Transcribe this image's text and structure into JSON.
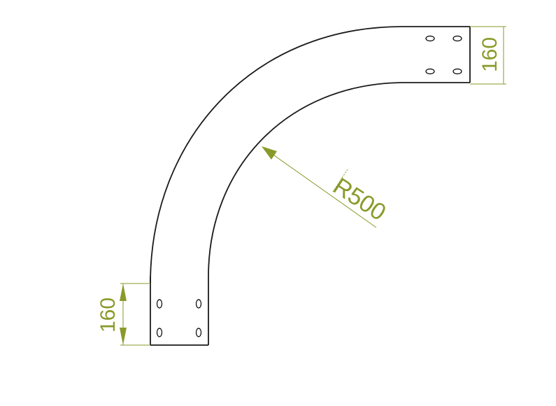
{
  "drawing": {
    "dim_bottom_width": "160",
    "dim_top_width": "160",
    "dim_radius": "R500",
    "dim_color": "#8a9a2a",
    "line_color": "#1a1a1a"
  }
}
